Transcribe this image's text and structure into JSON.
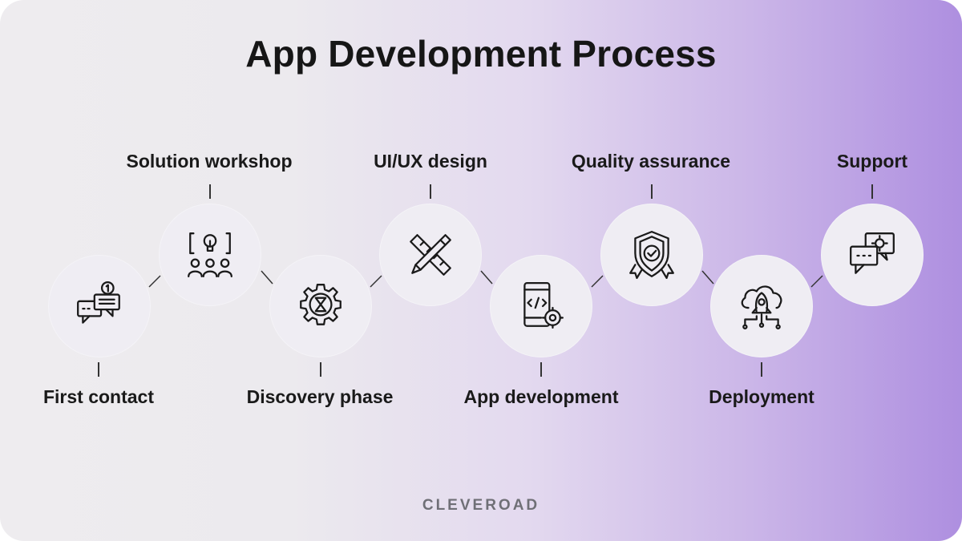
{
  "title": "App Development Process",
  "brand": "CLEVEROAD",
  "steps": [
    {
      "label": "First contact",
      "icon": "chat-notification-icon"
    },
    {
      "label": "Solution workshop",
      "icon": "team-idea-icon"
    },
    {
      "label": "Discovery phase",
      "icon": "gear-hourglass-icon"
    },
    {
      "label": "UI/UX design",
      "icon": "pencil-ruler-icon"
    },
    {
      "label": "App development",
      "icon": "mobile-code-gear-icon"
    },
    {
      "label": "Quality assurance",
      "icon": "shield-check-icon"
    },
    {
      "label": "Deployment",
      "icon": "cloud-rocket-icon"
    },
    {
      "label": "Support",
      "icon": "support-chat-gear-icon"
    }
  ],
  "colors": {
    "title": "#161616",
    "node_fill": "#efedf3",
    "gradient_end": "#ae8fe0"
  }
}
